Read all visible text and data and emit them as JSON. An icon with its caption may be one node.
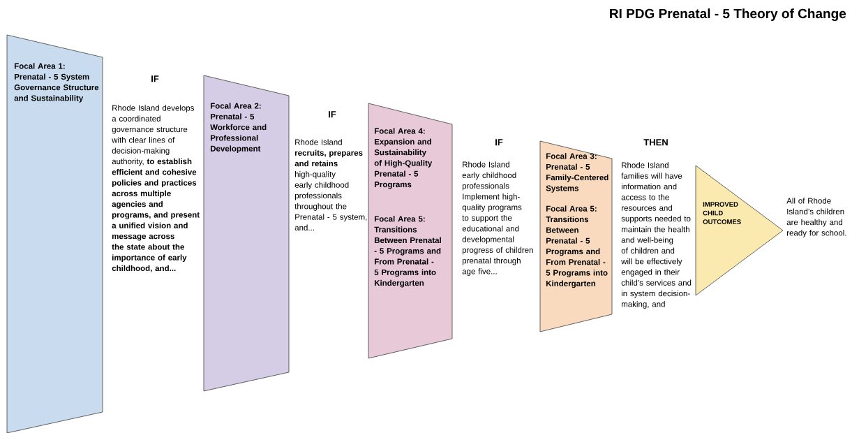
{
  "diagram": {
    "title": "RI PDG Prenatal - 5 Theory of Change",
    "nodes": [
      {
        "text": [
          "Focal Area 1: Prenatal - 5 System Governance Structure and Sustainability"
        ]
      },
      {
        "text": [
          "Focal Area 2: Prenatal - 5 Workforce and Professional Development"
        ]
      },
      {
        "text": [
          "Focal Area 4: Expansion and Sustainability of High-Quality Prenatal - 5 Programs",
          "Focal Area 5: Transitions Between Prenatal - 5 Programs and From Prenatal - 5 Programs into Kindergarten"
        ]
      },
      {
        "text": [
          "Focal Area 3: Prenatal - 5 Family-Centered Systems",
          "Focal Area 5: Transitions Between Prenatal - 5 Programs and From Prenatal - 5 Programs into Kindergarten"
        ]
      },
      {
        "text": [
          "IMPROVED CHILD OUTCOMES"
        ]
      }
    ],
    "labels": [
      "IF",
      "Rhode Island develops a coordinated governance structure with clear lines of decision-making authority, **to establish efficient and cohesive policies and practices across multiple agencies and programs, and present a unified vision and message across the state about the importance of early childhood, and...**",
      "IF",
      "Rhode Island **recruits, prepares and retains** high-quality early childhood professionals throughout the Prenatal - 5 system, and...",
      "IF",
      "Rhode Island early childhood professionals Implement high-quality programs to support the educational and developmental progress of children prenatal through age five...",
      "THEN",
      "Rhode Island families will have information and access to the resources and supports needed to maintain the health and well-being of children and will be effectively engaged in their child’s services and in system decision-making, and",
      "All of Rhode Island’s children are healthy and ready for school."
    ]
  }
}
